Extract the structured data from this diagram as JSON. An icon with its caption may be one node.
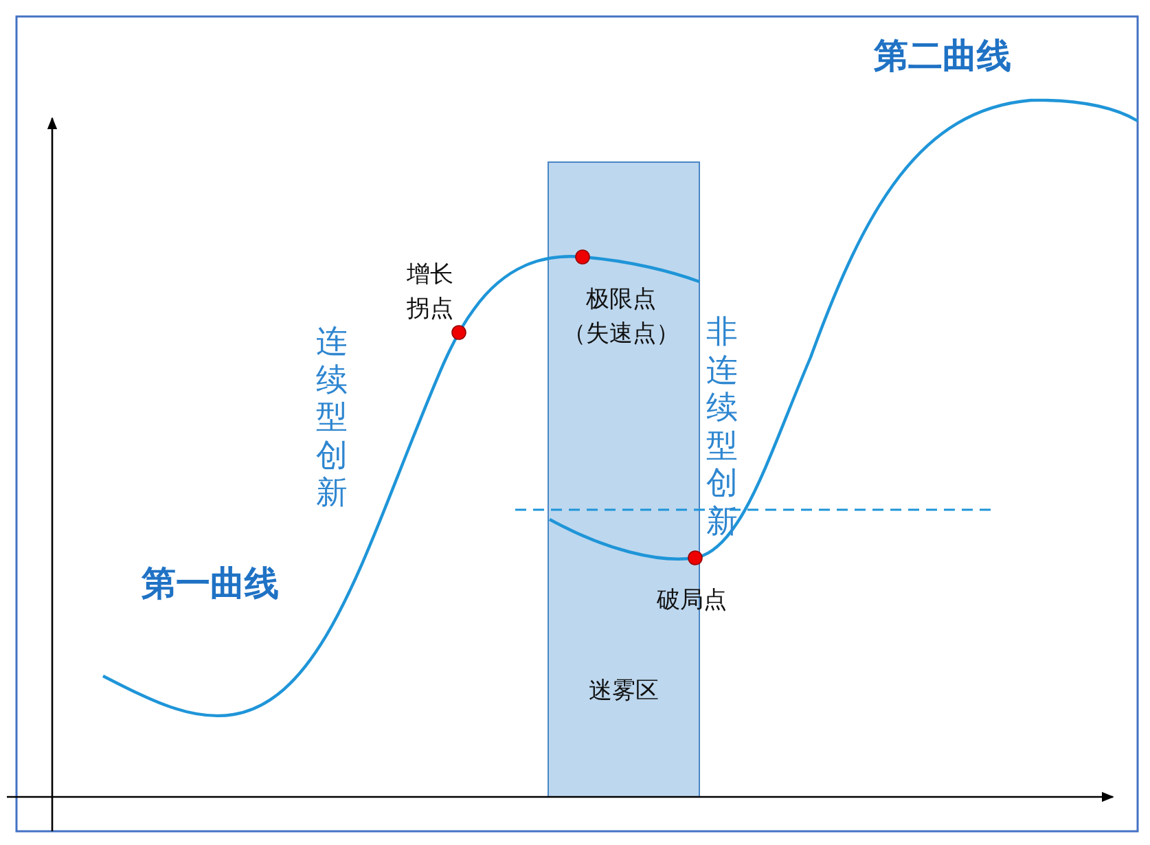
{
  "diagram": {
    "nodes": [
      {
        "text": [
          "迷雾区"
        ]
      }
    ],
    "labels": [
      "第二曲线",
      "增长拐点",
      "极限点（失速点）",
      "连续型创新",
      "非连续型创新",
      "第一曲线",
      "破局点"
    ]
  }
}
